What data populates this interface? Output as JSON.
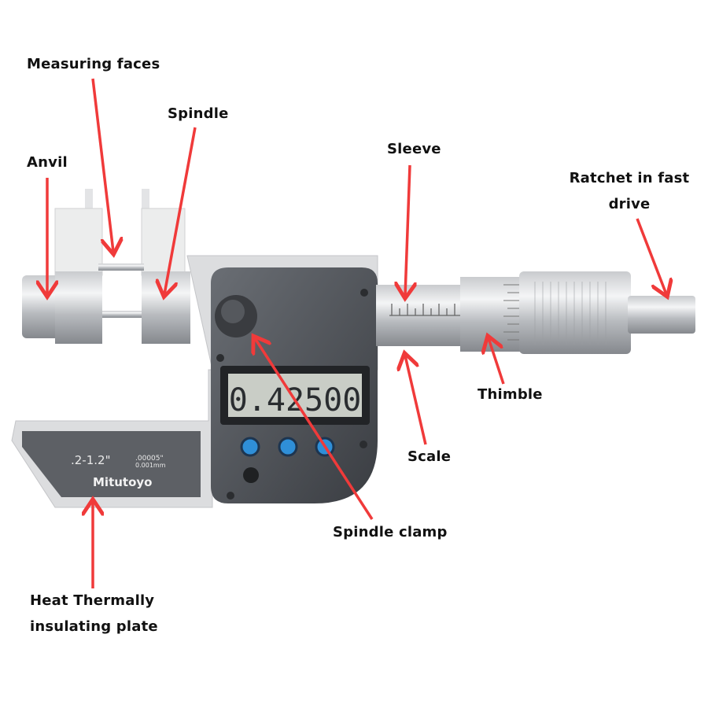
{
  "labels": {
    "measuring_faces": "Measuring faces",
    "spindle": "Spindle",
    "anvil": "Anvil",
    "sleeve": "Sleeve",
    "ratchet_line1": "Ratchet in fast",
    "ratchet_line2": "drive",
    "thimble": "Thimble",
    "scale": "Scale",
    "spindle_clamp": "Spindle clamp",
    "plate_line1": "Heat Thermally",
    "plate_line2": "insulating plate"
  },
  "device": {
    "display_reading": "0.42500",
    "plate_range": ".2-1.2\"",
    "brand_logo": "Mitutoyo"
  },
  "colors": {
    "arrow": "#f03a3a",
    "button": "#2f8fd8",
    "body_dark": "#4a4d52",
    "lcd": "#c9cdc6"
  }
}
